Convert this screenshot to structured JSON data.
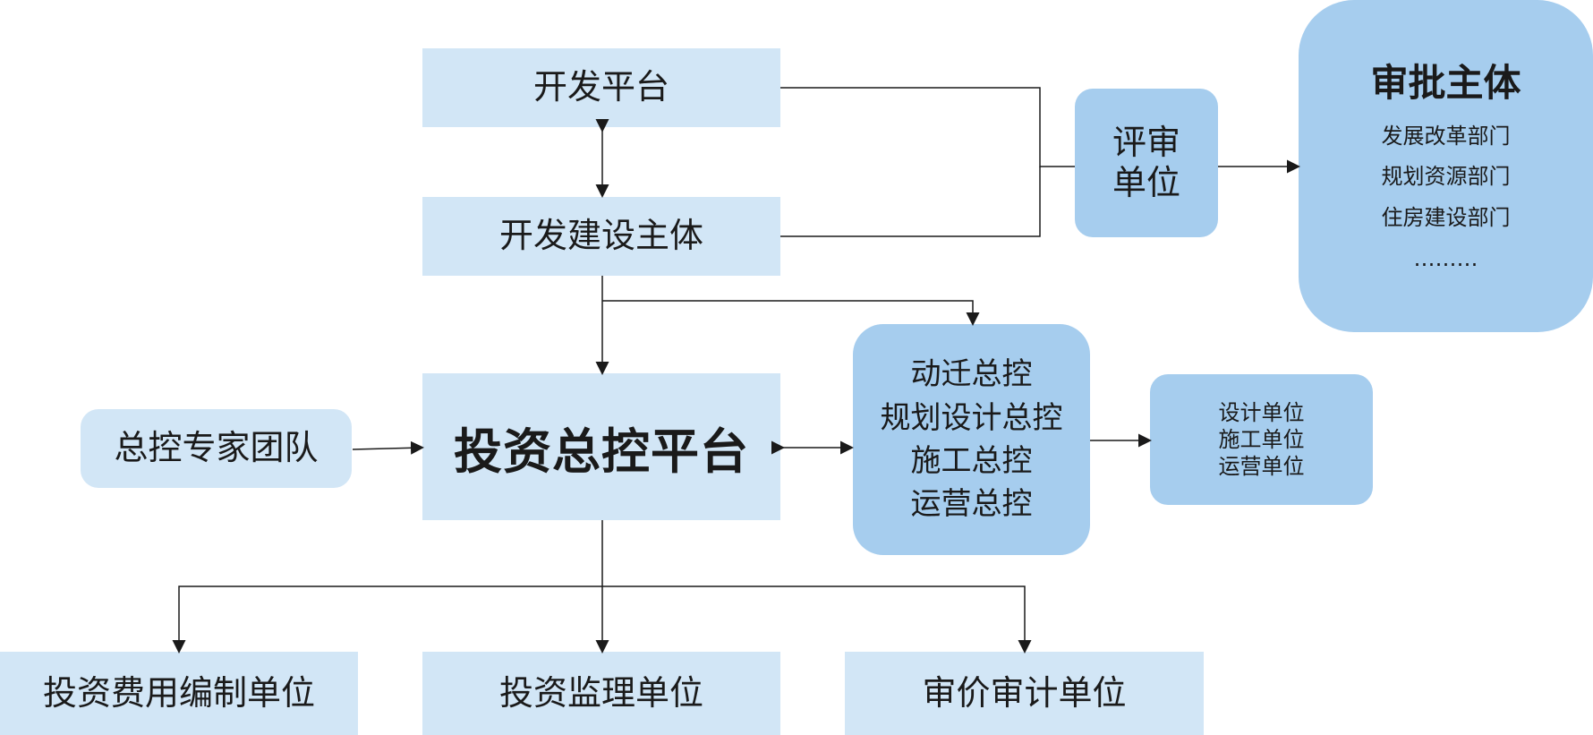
{
  "diagram": {
    "platform": "开发平台",
    "developer": "开发建设主体",
    "review_unit": {
      "lines": [
        "评审",
        "单位"
      ]
    },
    "approval": {
      "title": "审批主体",
      "departments": [
        "发展改革部门",
        "规划资源部门",
        "住房建设部门",
        "………"
      ]
    },
    "expert_team": "总控专家团队",
    "investment_platform": "投资总控平台",
    "master_controls": [
      "动迁总控",
      "规划设计总控",
      "施工总控",
      "运营总控"
    ],
    "units": [
      "设计单位",
      "施工单位",
      "运营单位"
    ],
    "cost_unit": "投资费用编制单位",
    "supervision_unit": "投资监理单位",
    "audit_unit": "审价审计单位"
  },
  "colors": {
    "light_fill": "#d2e6f6",
    "mid_fill": "#a6cdee",
    "line": "#1a1a1a"
  }
}
